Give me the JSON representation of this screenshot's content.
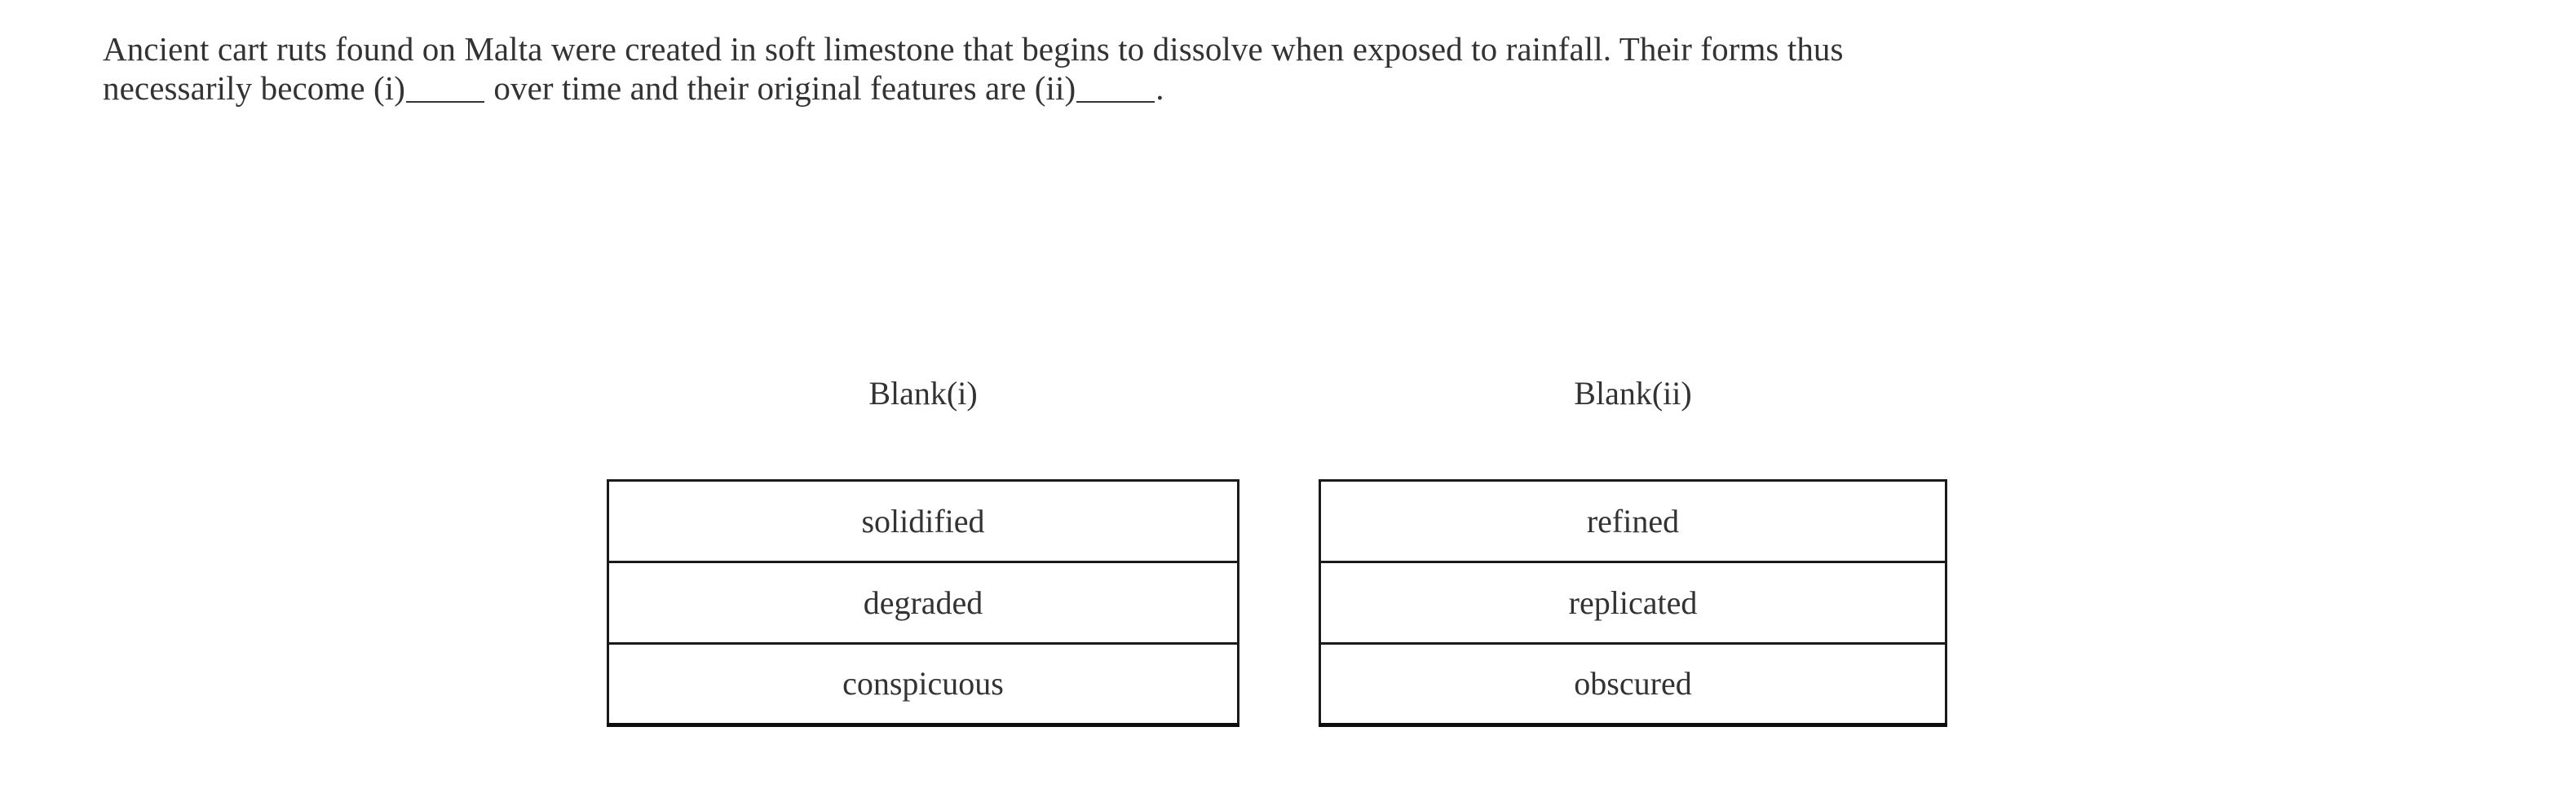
{
  "question": {
    "line1": "Ancient cart ruts found on Malta were created in soft limestone that begins to dissolve when exposed to rainfall. Their forms thus",
    "line2_before_blank": "necessarily become (i)",
    "line2_middle": "over time and their original features are (ii)",
    "line2_after_blank": ".",
    "full_text": "Ancient cart ruts found on Malta were created in soft limestone that begins to dissolve when exposed to rainfall. Their forms thus necessarily become (i)______ over time and their original features are (ii)______.",
    "blank_marker": "______"
  },
  "answer_columns": [
    {
      "header": "Blank(i)",
      "options": [
        {
          "label": "solidified"
        },
        {
          "label": "degraded"
        },
        {
          "label": "conspicuous"
        }
      ]
    },
    {
      "header": "Blank(ii)",
      "options": [
        {
          "label": "refined"
        },
        {
          "label": "replicated"
        },
        {
          "label": "obscured"
        }
      ]
    }
  ],
  "colors": {
    "text": "#333333",
    "border": "#1a1a1a",
    "background": "#ffffff"
  }
}
